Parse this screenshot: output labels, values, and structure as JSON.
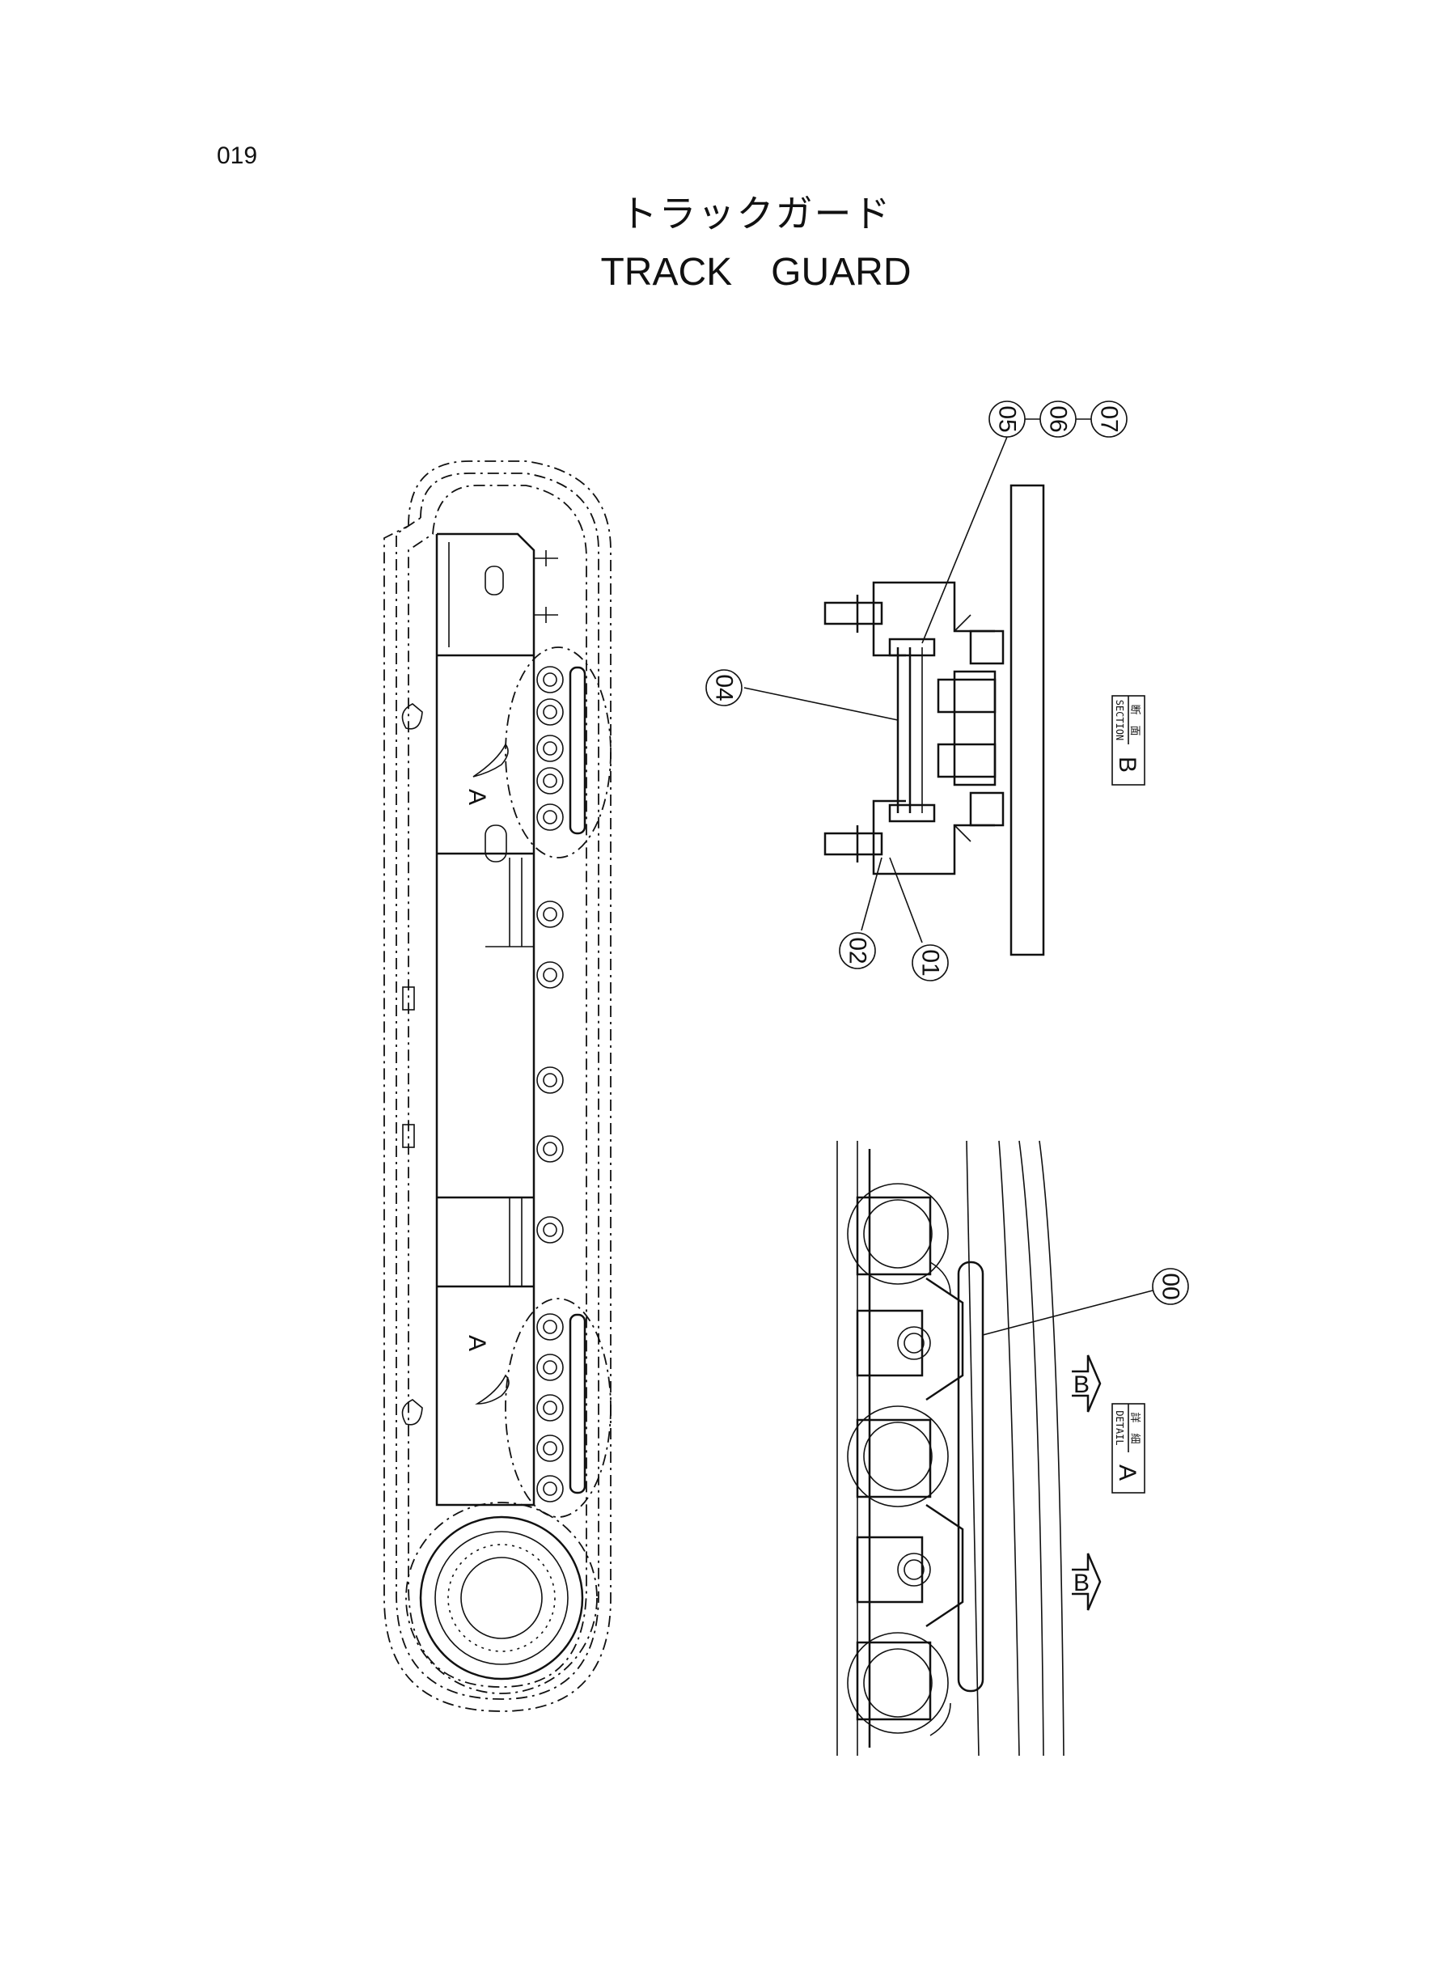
{
  "page": {
    "number": "019"
  },
  "title": {
    "jp": "トラックガード",
    "en": "TRACK　GUARD"
  },
  "callouts": [
    "01",
    "02",
    "04",
    "05",
    "06",
    "07",
    "00"
  ],
  "section_label": {
    "jp": "断　面",
    "en": "SECTION",
    "letter": "B"
  },
  "detail_label": {
    "jp": "詳　細",
    "en": "DETAIL",
    "letter": "A"
  },
  "view_marks": {
    "detail": "A",
    "section": "B"
  }
}
